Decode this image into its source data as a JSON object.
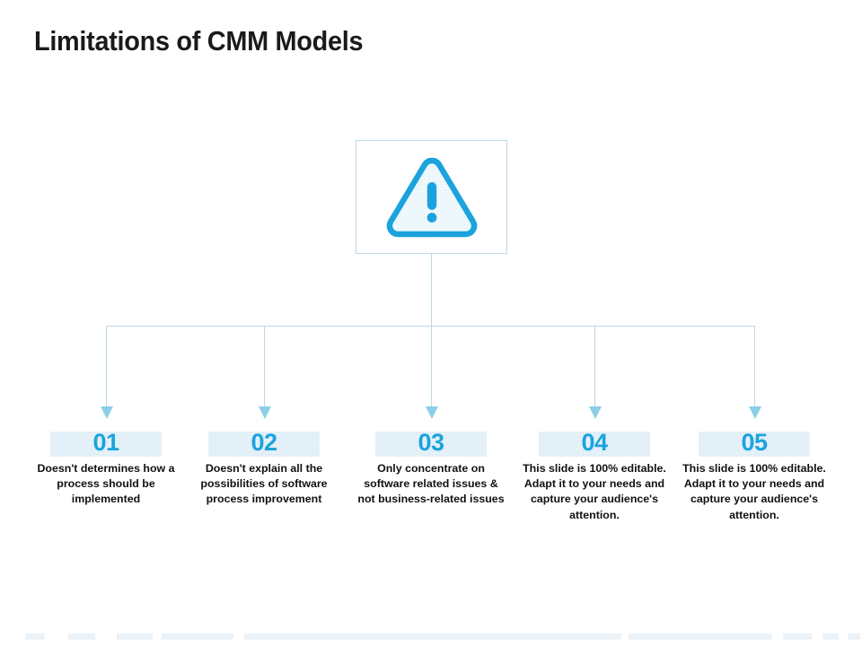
{
  "slide": {
    "title": "Limitations of CMM Models",
    "background_color": "#ffffff",
    "accent_color": "#1ba3dd",
    "connector_color": "#bcd9e4",
    "arrow_color": "#8ccfe6",
    "text_color": "#111111"
  },
  "icon": {
    "name": "warning-triangle-icon",
    "color": "#1ba3dd",
    "fill": "dotted-halftone"
  },
  "columns": [
    {
      "number": "01",
      "text": "Doesn't determines how a process should be implemented"
    },
    {
      "number": "02",
      "text": "Doesn't explain all the possibilities of software process improvement"
    },
    {
      "number": "03",
      "text": "Only concentrate on software related issues & not business-related issues"
    },
    {
      "number": "04",
      "text": "This slide is 100% editable. Adapt it to your needs and capture your audience's attention."
    },
    {
      "number": "05",
      "text": "This slide is 100% editable. Adapt it to your needs and capture your audience's attention."
    }
  ]
}
